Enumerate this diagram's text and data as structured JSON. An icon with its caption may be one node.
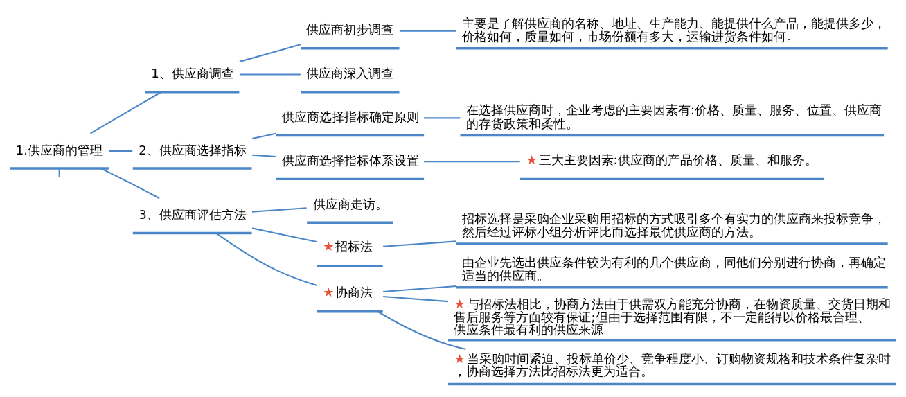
{
  "diagram": {
    "nodes": [
      {
        "text": [
          "1.供应商的管理"
        ]
      },
      {
        "text": [
          "1、供应商调查"
        ]
      },
      {
        "text": [
          "供应商初步调查"
        ]
      },
      {
        "text": [
          "主要是了解供应商的名称、地址、生产能力、能提供什么产品，能提供多少，价格如何，质量如何，市场份额有多大，运输进货条件如何。"
        ]
      },
      {
        "text": [
          "供应商深入调查"
        ]
      },
      {
        "text": [
          "2、供应商选择指标"
        ]
      },
      {
        "text": [
          "供应商选择指标确定原则"
        ]
      },
      {
        "text": [
          "在选择供应商时，企业考虑的主要因素有:价格、质量、服务、位置、供应商的存货政策和柔性。"
        ]
      },
      {
        "text": [
          "供应商选择指标体系设置"
        ]
      },
      {
        "text": [
          "★",
          "三大主要因素:供应商的产品价格、质量、和服务。"
        ]
      },
      {
        "text": [
          "3、供应商评估方法"
        ]
      },
      {
        "text": [
          "供应商走访。"
        ]
      },
      {
        "text": [
          "★",
          "招标法"
        ]
      },
      {
        "text": [
          "招标选择是采购企业采购用招标的方式吸引多个有实力的供应商来投标竞争，然后经过评标小组分析评比而选择最优供应商的方法。"
        ]
      },
      {
        "text": [
          "★",
          "协商法"
        ]
      },
      {
        "text": [
          "由企业先选出供应条件较为有利的几个供应商，同他们分别进行协商，再确定适当的供应商。"
        ]
      },
      {
        "text": [
          "★",
          "与招标法相比，协商方法由于供需双方能充分协商，在物资质量、交货日期和售后服务等方面较有保证;但由于选择范围有限，不一定能得以价格最合理、供应条件最有利的供应来源。"
        ]
      },
      {
        "text": [
          "★",
          "当采购时间紧迫、投标单价少、竞争程度小、订购物资规格和技术条件复杂时，协商选择方法比招标法更为适合。"
        ]
      }
    ],
    "edges": [
      {
        "from": 0,
        "to": 1,
        "arrow": "none"
      },
      {
        "from": 1,
        "to": 2,
        "arrow": "none"
      },
      {
        "from": 2,
        "to": 3,
        "arrow": "none"
      },
      {
        "from": 1,
        "to": 4,
        "arrow": "none"
      },
      {
        "from": 0,
        "to": 5,
        "arrow": "none"
      },
      {
        "from": 5,
        "to": 6,
        "arrow": "none"
      },
      {
        "from": 6,
        "to": 7,
        "arrow": "none"
      },
      {
        "from": 5,
        "to": 8,
        "arrow": "none"
      },
      {
        "from": 8,
        "to": 9,
        "arrow": "none"
      },
      {
        "from": 0,
        "to": 10,
        "arrow": "none"
      },
      {
        "from": 10,
        "to": 11,
        "arrow": "none"
      },
      {
        "from": 10,
        "to": 12,
        "arrow": "none"
      },
      {
        "from": 12,
        "to": 13,
        "arrow": "none"
      },
      {
        "from": 10,
        "to": 14,
        "arrow": "none"
      },
      {
        "from": 14,
        "to": 15,
        "arrow": "none"
      },
      {
        "from": 14,
        "to": 16,
        "arrow": "none"
      },
      {
        "from": 14,
        "to": 17,
        "arrow": "none"
      },
      {
        "from": 0,
        "to": null,
        "arrow": "none"
      }
    ]
  }
}
